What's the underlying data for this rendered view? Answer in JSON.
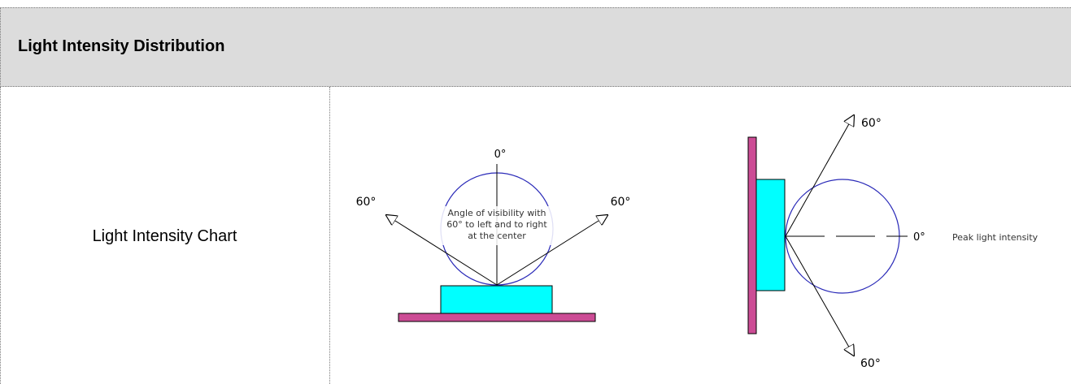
{
  "header": {
    "title": "Light Intensity Distribution"
  },
  "row": {
    "label": "Light Intensity Chart"
  },
  "diagram_front": {
    "top_angle": "0°",
    "left_angle": "60°",
    "right_angle": "60°",
    "annotation": [
      "Angle of visibility with",
      "60° to left and to right",
      "at the center"
    ]
  },
  "diagram_side": {
    "top_angle": "60°",
    "bottom_angle": "60°",
    "axis_angle": "0°",
    "peak_label": "Peak light intensity"
  },
  "colors": {
    "led": "#00ffff",
    "base": "#cc4c95",
    "lobe": "#2a2ab8",
    "header_bg": "#dcdcdc"
  }
}
